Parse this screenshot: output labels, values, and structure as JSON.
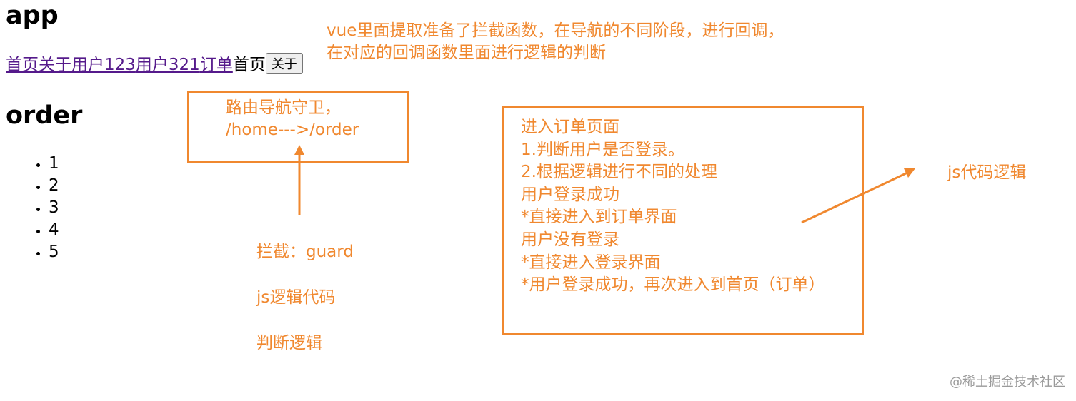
{
  "app": {
    "title": "app"
  },
  "nav": {
    "links": [
      "首页",
      "关于",
      "用户123",
      "用户321",
      "订单"
    ],
    "plain_text": "首页",
    "button_label": "关于"
  },
  "order": {
    "title": "order",
    "items": [
      "1",
      "2",
      "3",
      "4",
      "5"
    ]
  },
  "annotations": {
    "top_note": [
      "vue里面提取准备了拦截函数，在导航的不同阶段，进行回调，",
      "在对应的回调函数里面进行逻辑的判断"
    ],
    "guard_box": [
      "路由导航守卫，",
      "/home--->/order"
    ],
    "guard_labels": [
      "拦截：guard",
      "js逻辑代码",
      "判断逻辑"
    ],
    "logic_box": [
      "进入订单页面",
      "1.判断用户是否登录。",
      "2.根据逻辑进行不同的处理",
      "用户登录成功",
      "*直接进入到订单界面",
      "用户没有登录",
      "*直接进入登录界面",
      "*用户登录成功，再次进入到首页（订单）"
    ],
    "js_note": "js代码逻辑",
    "accent_color": "#f0882f"
  },
  "watermark": "@稀土掘金技术社区"
}
